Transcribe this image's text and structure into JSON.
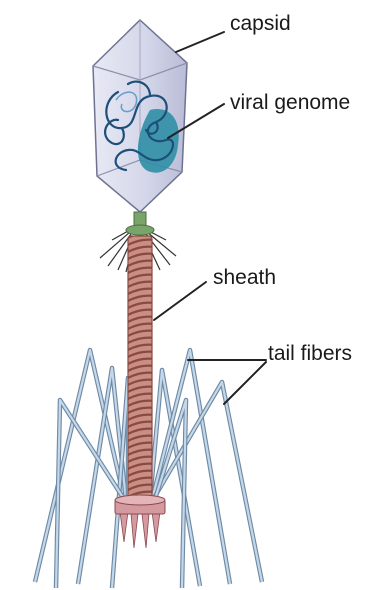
{
  "labels": {
    "capsid": "capsid",
    "viral_genome": "viral genome",
    "sheath": "sheath",
    "tail_fibers": "tail fibers"
  },
  "colors": {
    "capsid_fill": "#d9dbee",
    "capsid_edge": "#6e7290",
    "genome_fill": "#2f8fa5",
    "genome_line": "#1d4f7a",
    "collar": "#7aa56a",
    "sheath_fill": "#c98f84",
    "sheath_stripe": "#8a4a42",
    "baseplate": "#d49aa0",
    "fiber": "#a8c2da",
    "fiber_edge": "#6f8aa5",
    "leader": "#222222"
  }
}
